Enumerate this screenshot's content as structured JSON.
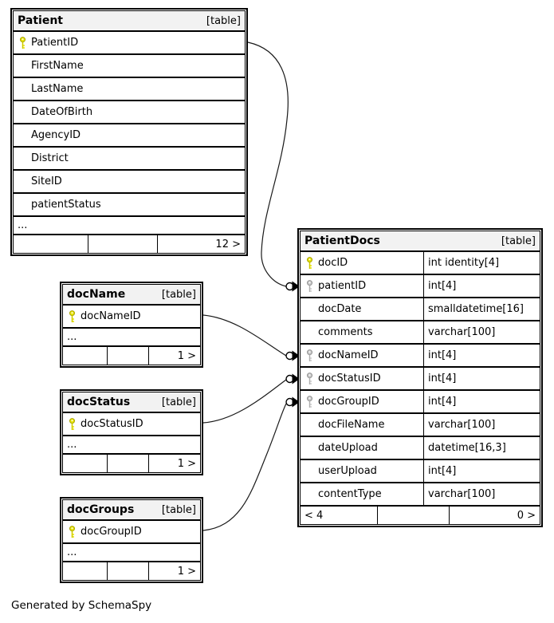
{
  "diagram": {
    "generated_note": "Generated by SchemaSpy",
    "colors": {
      "header_bg": "#f2f2f2",
      "border": "#000000",
      "primary_key_icon": "#e8e400",
      "primary_key_stroke": "#a8a400",
      "foreign_key_icon": "#c8c8c8",
      "foreign_key_stroke": "#949494"
    },
    "tables": [
      {
        "id": "patient",
        "name": "Patient",
        "badge": "[table]",
        "columns": [
          {
            "name": "PatientID",
            "key": "pk"
          },
          {
            "name": "FirstName",
            "key": ""
          },
          {
            "name": "LastName",
            "key": ""
          },
          {
            "name": "DateOfBirth",
            "key": ""
          },
          {
            "name": "AgencyID",
            "key": ""
          },
          {
            "name": "District",
            "key": ""
          },
          {
            "name": "SiteID",
            "key": ""
          },
          {
            "name": "patientStatus",
            "key": ""
          }
        ],
        "ellipsis": "...",
        "footer": [
          "",
          "",
          "12 >"
        ]
      },
      {
        "id": "patientdocs",
        "name": "PatientDocs",
        "badge": "[table]",
        "columns": [
          {
            "name": "docID",
            "type": "int identity[4]",
            "key": "pk"
          },
          {
            "name": "patientID",
            "type": "int[4]",
            "key": "fk"
          },
          {
            "name": "docDate",
            "type": "smalldatetime[16]",
            "key": ""
          },
          {
            "name": "comments",
            "type": "varchar[100]",
            "key": ""
          },
          {
            "name": "docNameID",
            "type": "int[4]",
            "key": "fk"
          },
          {
            "name": "docStatusID",
            "type": "int[4]",
            "key": "fk"
          },
          {
            "name": "docGroupID",
            "type": "int[4]",
            "key": "fk"
          },
          {
            "name": "docFileName",
            "type": "varchar[100]",
            "key": ""
          },
          {
            "name": "dateUpload",
            "type": "datetime[16,3]",
            "key": ""
          },
          {
            "name": "userUpload",
            "type": "int[4]",
            "key": ""
          },
          {
            "name": "contentType",
            "type": "varchar[100]",
            "key": ""
          }
        ],
        "footer": [
          "< 4",
          "",
          "0 >"
        ]
      },
      {
        "id": "docname",
        "name": "docName",
        "badge": "[table]",
        "columns": [
          {
            "name": "docNameID",
            "key": "pk"
          }
        ],
        "ellipsis": "...",
        "footer": [
          "",
          "",
          "1 >"
        ]
      },
      {
        "id": "docstatus",
        "name": "docStatus",
        "badge": "[table]",
        "columns": [
          {
            "name": "docStatusID",
            "key": "pk"
          }
        ],
        "ellipsis": "...",
        "footer": [
          "",
          "",
          "1 >"
        ]
      },
      {
        "id": "docgroups",
        "name": "docGroups",
        "badge": "[table]",
        "columns": [
          {
            "name": "docGroupID",
            "key": "pk"
          }
        ],
        "ellipsis": "...",
        "footer": [
          "",
          "",
          "1 >"
        ]
      }
    ],
    "relationships": [
      {
        "from": "Patient.PatientID",
        "to": "PatientDocs.patientID"
      },
      {
        "from": "docName.docNameID",
        "to": "PatientDocs.docNameID"
      },
      {
        "from": "docStatus.docStatusID",
        "to": "PatientDocs.docStatusID"
      },
      {
        "from": "docGroups.docGroupID",
        "to": "PatientDocs.docGroupID"
      }
    ]
  }
}
